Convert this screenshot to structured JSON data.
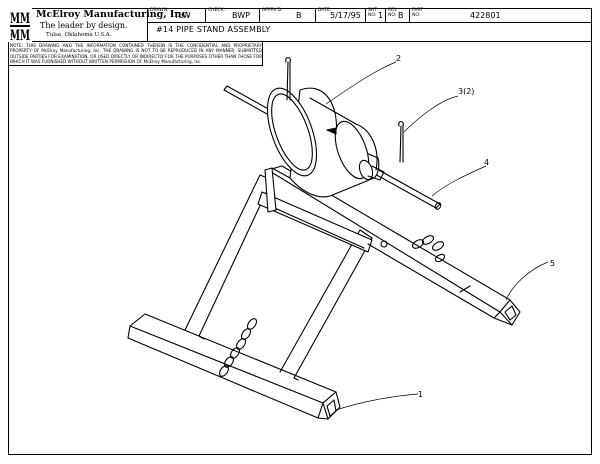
{
  "title_block": {
    "company_name": "McElroy Manufacturing, Inc.",
    "tagline": "The leader by design.",
    "location": "Tulsa, Oklahoma U.S.A.",
    "registered_mark": "®",
    "logo_text": "MM",
    "fields": [
      {
        "key": "DRAWN:",
        "value": "TLW"
      },
      {
        "key": "CHECK:",
        "value": "BWP"
      },
      {
        "key": "APPRV'D:",
        "value": "B"
      },
      {
        "key": "DATE:",
        "value": "5/17/95"
      },
      {
        "key": "SHT NO:",
        "value": "1"
      },
      {
        "key": "REV NO:",
        "value": "B"
      },
      {
        "key": "PART NO:",
        "value": "422801"
      }
    ],
    "drawing_title": "#14 PIPE STAND ASSEMBLY"
  },
  "note": "NOTE: THIS DRAWING AND THE INFORMATION CONTAINED THEREIN IS THE CONFIDENTIAL AND PROPRIETARY PROPERTY OF McElroy Manufacturing, Inc. THE DRAWING IS NOT TO BE REPRODUCED IN ANY MANNER, SUBMITTED OUTSIDE PARTIES FOR EXAMINATION, OR USED DIRECTLY OR INDIRECTLY FOR THE PURPOSES OTHER THAN THOSE FOR WHICH IT WAS FURNISHED WITHOUT WRITTEN PERMISSION OF McElroy Manufacturing, Inc.",
  "callouts": [
    "1",
    "2",
    "3(2)",
    "4",
    "5"
  ],
  "colors": {
    "ink": "#000000",
    "paper": "#ffffff"
  }
}
